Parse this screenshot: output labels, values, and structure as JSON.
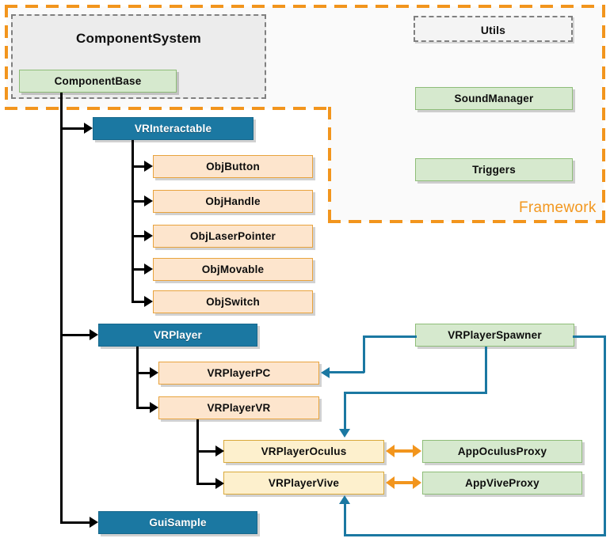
{
  "diagram": {
    "framework_label": "Framework",
    "groups": [
      {
        "id": "component-system",
        "title": "ComponentSystem"
      },
      {
        "id": "utils",
        "title": "Utils"
      }
    ],
    "nodes": {
      "component_base": "ComponentBase",
      "sound_manager": "SoundManager",
      "triggers": "Triggers",
      "vr_interactable": "VRInteractable",
      "obj_button": "ObjButton",
      "obj_handle": "ObjHandle",
      "obj_laser_pointer": "ObjLaserPointer",
      "obj_movable": "ObjMovable",
      "obj_switch": "ObjSwitch",
      "vr_player": "VRPlayer",
      "vr_player_pc": "VRPlayerPC",
      "vr_player_vr": "VRPlayerVR",
      "vr_player_oculus": "VRPlayerOculus",
      "vr_player_vive": "VRPlayerVive",
      "vr_player_spawner": "VRPlayerSpawner",
      "app_oculus_proxy": "AppOculusProxy",
      "app_vive_proxy": "AppViveProxy",
      "gui_sample": "GuiSample"
    },
    "colors": {
      "framework_border": "#f2951d",
      "group_border": "#808080",
      "blue_node": "#1b78a2",
      "green_node": "#d6e9ce",
      "orange_node": "#fde5cd",
      "yellow_node": "#fdf0cd",
      "inherit_arrow": "#000000",
      "reference_arrow": "#1b78a2",
      "association_arrow": "#f2951d"
    }
  }
}
